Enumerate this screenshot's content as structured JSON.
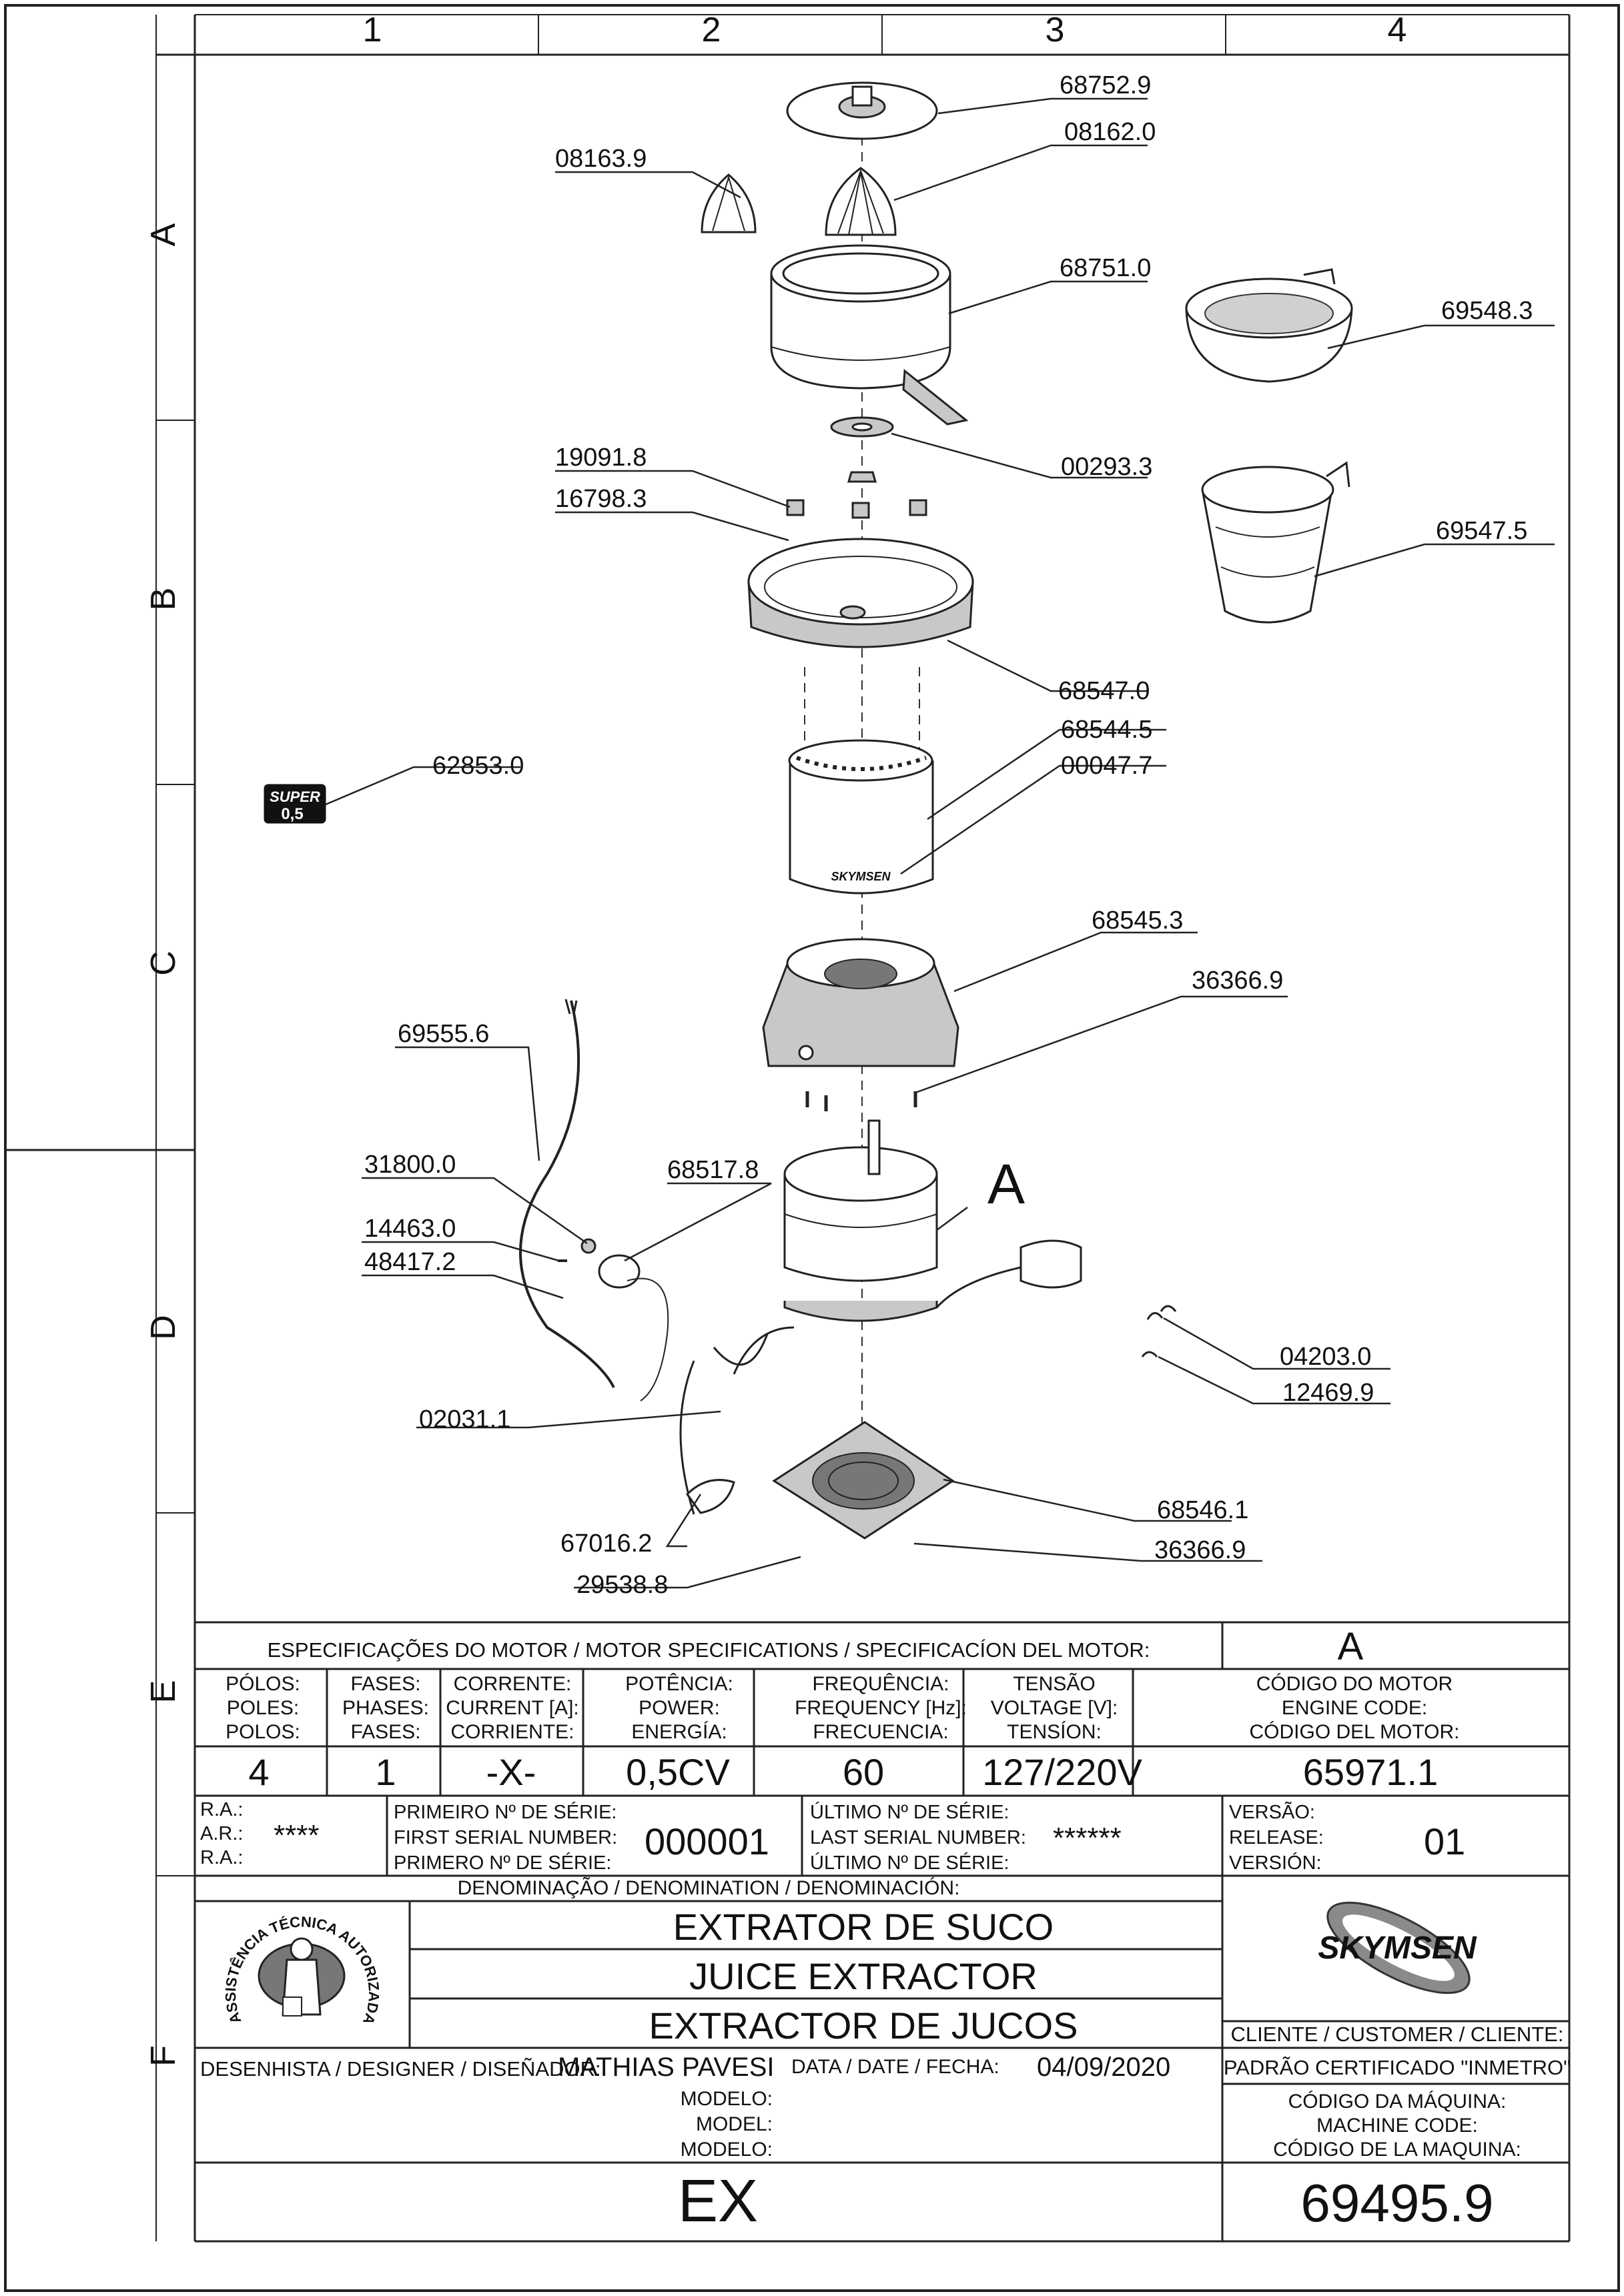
{
  "grid": {
    "columns": [
      "1",
      "2",
      "3",
      "4"
    ],
    "rows": [
      "A",
      "B",
      "C",
      "D",
      "E",
      "F"
    ]
  },
  "parts": [
    {
      "code": "68752.9"
    },
    {
      "code": "08162.0"
    },
    {
      "code": "08163.9"
    },
    {
      "code": "68751.0"
    },
    {
      "code": "69548.3"
    },
    {
      "code": "00293.3"
    },
    {
      "code": "19091.8"
    },
    {
      "code": "16798.3"
    },
    {
      "code": "69547.5"
    },
    {
      "code": "68547.0"
    },
    {
      "code": "68544.5"
    },
    {
      "code": "00047.7"
    },
    {
      "code": "62853.0"
    },
    {
      "code": "68545.3"
    },
    {
      "code": "36366.9"
    },
    {
      "code": "69555.6"
    },
    {
      "code": "31800.0"
    },
    {
      "code": "68517.8"
    },
    {
      "code": "14463.0"
    },
    {
      "code": "48417.2"
    },
    {
      "code": "04203.0"
    },
    {
      "code": "12469.9"
    },
    {
      "code": "02031.1"
    },
    {
      "code": "68546.1"
    },
    {
      "code": "67016.2"
    },
    {
      "code": "36366.9"
    },
    {
      "code": "29538.8"
    }
  ],
  "callout_A": "A",
  "badge": {
    "line1": "SUPER",
    "line2": "0,5"
  },
  "motor_housing_logo": "SKYMSEN",
  "specs": {
    "title": "ESPECIFICAÇÕES DO MOTOR / MOTOR SPECIFICATIONS / SPECIFICACÍON DEL MOTOR:",
    "motor_ref": "A",
    "headers": [
      [
        "PÓLOS:",
        "POLES:",
        "POLOS:"
      ],
      [
        "FASES:",
        "PHASES:",
        "FASES:"
      ],
      [
        "CORRENTE:",
        "CURRENT [A]:",
        "CORRIENTE:"
      ],
      [
        "POTÊNCIA:",
        "POWER:",
        "ENERGÍA:"
      ],
      [
        "FREQUÊNCIA:",
        "FREQUENCY [Hz]:",
        "FRECUENCIA:"
      ],
      [
        "TENSÃO",
        "VOLTAGE [V]:",
        "TENSÍON:"
      ],
      [
        "CÓDIGO DO MOTOR",
        "ENGINE CODE:",
        "CÓDIGO DEL MOTOR:"
      ]
    ],
    "values": [
      "4",
      "1",
      "-X-",
      "0,5CV",
      "60",
      "127/220V",
      "65971.1"
    ]
  },
  "serials": {
    "ra_labels": [
      "R.A.:",
      "A.R.:",
      "R.A.:"
    ],
    "ra_value": "****",
    "first_labels": [
      "PRIMEIRO Nº DE SÉRIE:",
      "FIRST SERIAL NUMBER:",
      "PRIMERO Nº DE SÉRIE:"
    ],
    "first_value": "000001",
    "last_labels": [
      "ÚLTIMO Nº DE SÉRIE:",
      "LAST SERIAL NUMBER:",
      "ÚLTIMO Nº DE SÉRIE:"
    ],
    "last_value": "******",
    "release_labels": [
      "VERSÃO:",
      "RELEASE:",
      "VERSIÓN:"
    ],
    "release_value": "01"
  },
  "denomination": {
    "title": "DENOMINAÇÃO / DENOMINATION / DENOMINACIÓN:",
    "names": [
      "EXTRATOR DE SUCO",
      "JUICE EXTRACTOR",
      "EXTRACTOR DE JUCOS"
    ]
  },
  "seal": {
    "arc_text": "ASSISTÊNCIA TÉCNICA AUTORIZADA"
  },
  "brand": "SKYMSEN",
  "client_label": "CLIENTE / CUSTOMER / CLIENTE:",
  "certified": "PADRÃO CERTIFICADO \"INMETRO\"",
  "designer": {
    "label": "DESENHISTA / DESIGNER / DISEÑADOR:",
    "name": "MATHIAS PAVESI"
  },
  "date": {
    "label": "DATA / DATE / FECHA:",
    "value": "04/09/2020"
  },
  "model": {
    "labels": [
      "MODELO:",
      "MODEL:",
      "MODELO:"
    ],
    "value": "EX"
  },
  "machine_code": {
    "labels": [
      "CÓDIGO DA MÁQUINA:",
      "MACHINE CODE:",
      "CÓDIGO DE LA MAQUINA:"
    ],
    "value": "69495.9"
  }
}
